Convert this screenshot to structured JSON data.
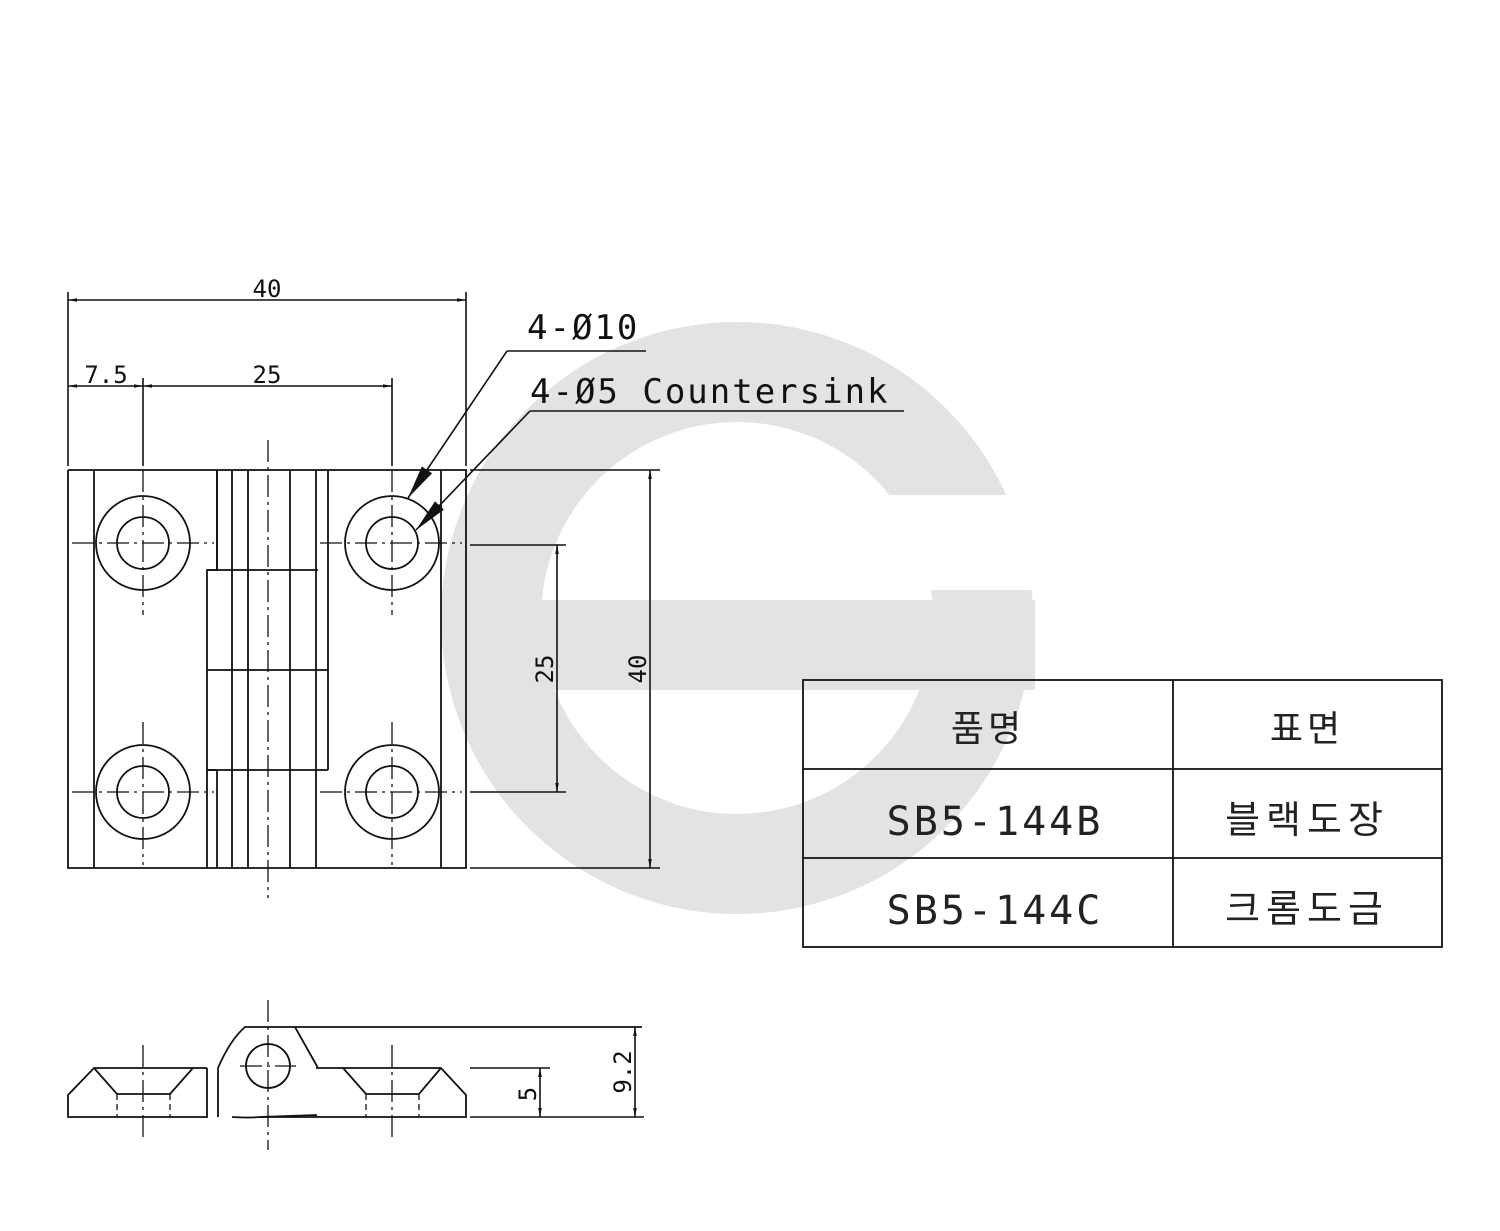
{
  "watermark": {
    "color": "#e3e3e3"
  },
  "dimensions": {
    "overall_width": "40",
    "edge_offset": "7.5",
    "hole_spacing_h": "25",
    "hole_spacing_v": "25",
    "overall_height": "40",
    "side_thickness": "5",
    "side_height": "9.2"
  },
  "callouts": {
    "outer_hole": "4-Ø10",
    "countersink": "4-Ø5 Countersink"
  },
  "table": {
    "headers": [
      "품명",
      "표면"
    ],
    "rows": [
      [
        "SB5-144B",
        "블랙도장"
      ],
      [
        "SB5-144C",
        "크롬도금"
      ]
    ]
  }
}
